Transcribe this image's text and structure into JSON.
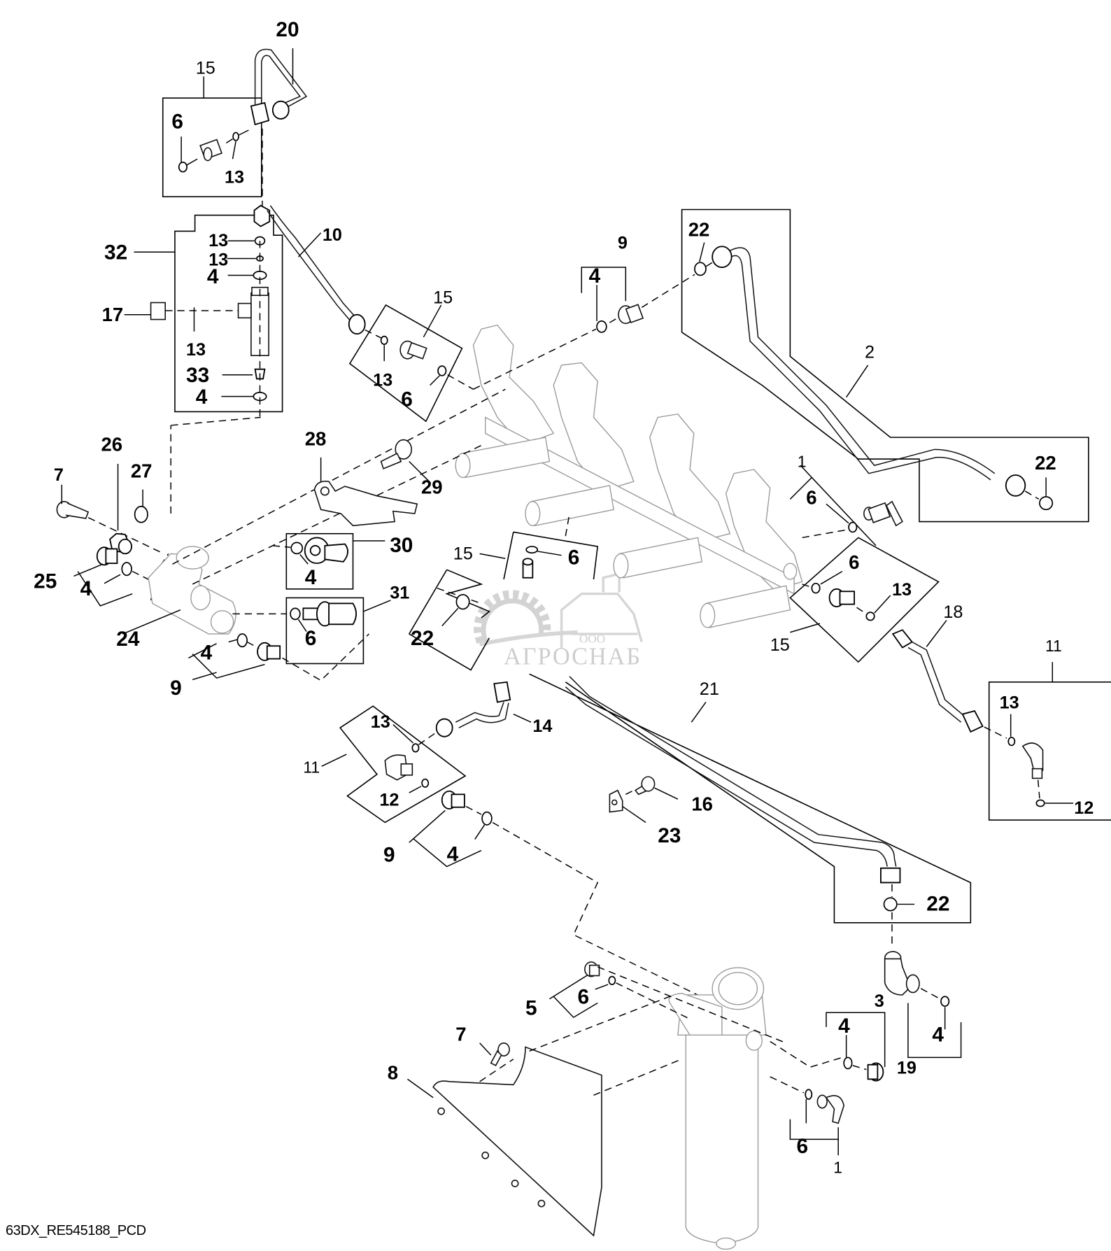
{
  "diagram": {
    "type": "exploded-parts-diagram",
    "drawing_code": "63DX_RE545188_PCD",
    "watermark": {
      "prefix": "ООО",
      "brand": "АГРОСНАБ"
    },
    "colors": {
      "line": "#000000",
      "ghost_part": "#9a9a9a",
      "watermark": "#c9c9c9",
      "background": "#ffffff"
    },
    "callouts": [
      {
        "id": "c20",
        "label": "20"
      },
      {
        "id": "c15a",
        "label": "15"
      },
      {
        "id": "c6a",
        "label": "6"
      },
      {
        "id": "c13a",
        "label": "13"
      },
      {
        "id": "c32",
        "label": "32"
      },
      {
        "id": "c13b",
        "label": "13"
      },
      {
        "id": "c13c",
        "label": "13"
      },
      {
        "id": "c4a",
        "label": "4"
      },
      {
        "id": "c17",
        "label": "17"
      },
      {
        "id": "c13d",
        "label": "13"
      },
      {
        "id": "c33",
        "label": "33"
      },
      {
        "id": "c4b",
        "label": "4"
      },
      {
        "id": "c10",
        "label": "10"
      },
      {
        "id": "c15b",
        "label": "15"
      },
      {
        "id": "c13e",
        "label": "13"
      },
      {
        "id": "c6b",
        "label": "6"
      },
      {
        "id": "c9a",
        "label": "9"
      },
      {
        "id": "c4c",
        "label": "4"
      },
      {
        "id": "c22a",
        "label": "22"
      },
      {
        "id": "c2",
        "label": "2"
      },
      {
        "id": "c22b",
        "label": "22"
      },
      {
        "id": "c26",
        "label": "26"
      },
      {
        "id": "c27",
        "label": "27"
      },
      {
        "id": "c7a",
        "label": "7"
      },
      {
        "id": "c28",
        "label": "28"
      },
      {
        "id": "c29",
        "label": "29"
      },
      {
        "id": "c30",
        "label": "30"
      },
      {
        "id": "c4d",
        "label": "4"
      },
      {
        "id": "c25",
        "label": "25"
      },
      {
        "id": "c4e",
        "label": "4"
      },
      {
        "id": "c31",
        "label": "31"
      },
      {
        "id": "c6c",
        "label": "6"
      },
      {
        "id": "c24",
        "label": "24"
      },
      {
        "id": "c4f",
        "label": "4"
      },
      {
        "id": "c9b",
        "label": "9"
      },
      {
        "id": "c15c",
        "label": "15"
      },
      {
        "id": "c6d",
        "label": "6"
      },
      {
        "id": "c22c",
        "label": "22"
      },
      {
        "id": "c1a",
        "label": "1"
      },
      {
        "id": "c6e",
        "label": "6"
      },
      {
        "id": "c6f",
        "label": "6"
      },
      {
        "id": "c13f",
        "label": "13"
      },
      {
        "id": "c15d",
        "label": "15"
      },
      {
        "id": "c18",
        "label": "18"
      },
      {
        "id": "c11a",
        "label": "11"
      },
      {
        "id": "c13g",
        "label": "13"
      },
      {
        "id": "c12a",
        "label": "12"
      },
      {
        "id": "c21",
        "label": "21"
      },
      {
        "id": "c13h",
        "label": "13"
      },
      {
        "id": "c14",
        "label": "14"
      },
      {
        "id": "c11b",
        "label": "11"
      },
      {
        "id": "c12b",
        "label": "12"
      },
      {
        "id": "c9c",
        "label": "9"
      },
      {
        "id": "c4g",
        "label": "4"
      },
      {
        "id": "c16",
        "label": "16"
      },
      {
        "id": "c23",
        "label": "23"
      },
      {
        "id": "c22d",
        "label": "22"
      },
      {
        "id": "c3",
        "label": "3"
      },
      {
        "id": "c19",
        "label": "19"
      },
      {
        "id": "c4h",
        "label": "4"
      },
      {
        "id": "c4i",
        "label": "4"
      },
      {
        "id": "c5",
        "label": "5"
      },
      {
        "id": "c6g",
        "label": "6"
      },
      {
        "id": "c7b",
        "label": "7"
      },
      {
        "id": "c8",
        "label": "8"
      },
      {
        "id": "c6h",
        "label": "6"
      },
      {
        "id": "c1b",
        "label": "1"
      }
    ]
  }
}
